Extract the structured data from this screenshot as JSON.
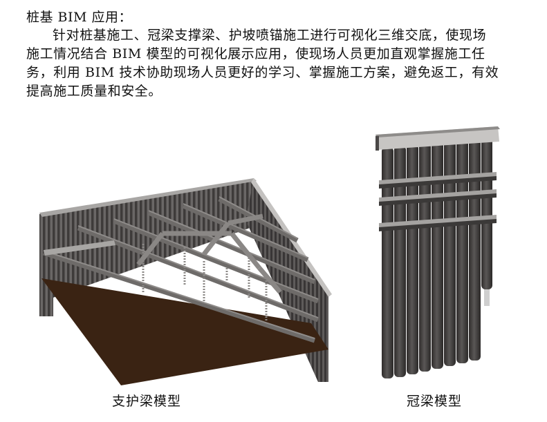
{
  "document": {
    "heading": "桩基 BIM 应用：",
    "paragraph_lines": [
      "针对桩基施工、冠梁支撑梁、护坡喷锚施工进行可视化三维交底，使现场",
      "施工情况结合 BIM 模型的可视化展示应用，使现场人员更加直观掌握施工任",
      "务，利用 BIM 技术协助现场人员更好的学习、掌握施工方案，避免返工，有效",
      "提高施工质量和安全。"
    ]
  },
  "figures": [
    {
      "id": "support-beam-model",
      "caption": "支护梁模型",
      "description": "3D BIM render of pile wall with diagonal support beams and dark brown excavation floor"
    },
    {
      "id": "crown-beam-model",
      "caption": "冠梁模型",
      "description": "3D BIM render of row of cylindrical piles topped by crown beam with three horizontal waler beams"
    }
  ],
  "colors": {
    "pile": "#4a4746",
    "beam": "#7d7a78",
    "beam_light": "#a8a6a4",
    "floor": "#3a2313",
    "text": "#111111"
  }
}
